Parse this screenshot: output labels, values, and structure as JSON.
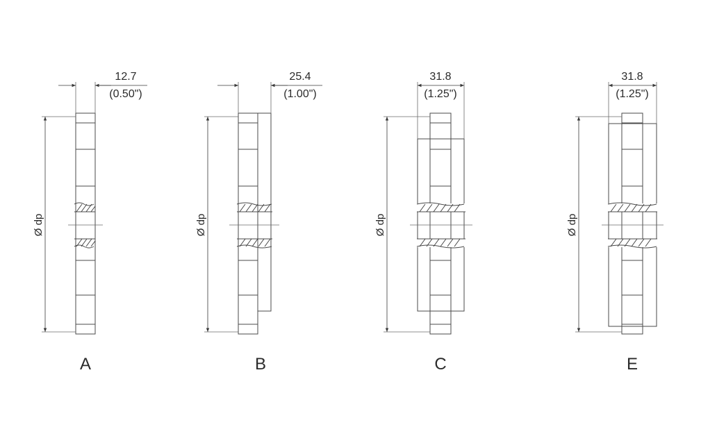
{
  "diagram": {
    "line_color": "#4a4a4a",
    "text_color": "#2a2a2a",
    "dp_label": "Ø dp",
    "variants": [
      {
        "id": "A",
        "label": "A",
        "width_mm": "12.7",
        "width_in": "(0.50\")"
      },
      {
        "id": "B",
        "label": "B",
        "width_mm": "25.4",
        "width_in": "(1.00\")"
      },
      {
        "id": "C",
        "label": "C",
        "width_mm": "31.8",
        "width_in": "(1.25\")"
      },
      {
        "id": "E",
        "label": "E",
        "width_mm": "31.8",
        "width_in": "(1.25\")"
      }
    ]
  }
}
